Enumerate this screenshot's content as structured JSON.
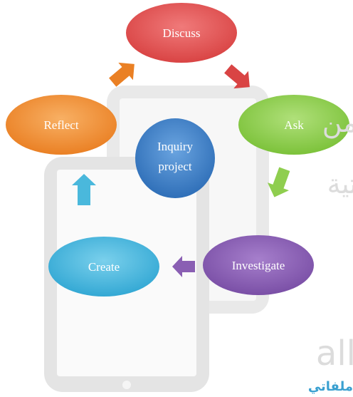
{
  "diagram": {
    "center": {
      "label_line1": "Inquiry",
      "label_line2": "project"
    },
    "nodes": {
      "discuss": "Discuss",
      "ask": "Ask",
      "investigate": "Investigate",
      "create": "Create",
      "reflect": "Reflect"
    },
    "colors": {
      "discuss": "#e85a5a",
      "ask": "#8fce4f",
      "investigate": "#8a5fb3",
      "create": "#4ab8dc",
      "reflect": "#f0923a",
      "center": "#3d7ec8"
    }
  },
  "watermark": {
    "line1": "من",
    "line2": "تية",
    "line3": "all",
    "line4": "ملفاتي"
  }
}
